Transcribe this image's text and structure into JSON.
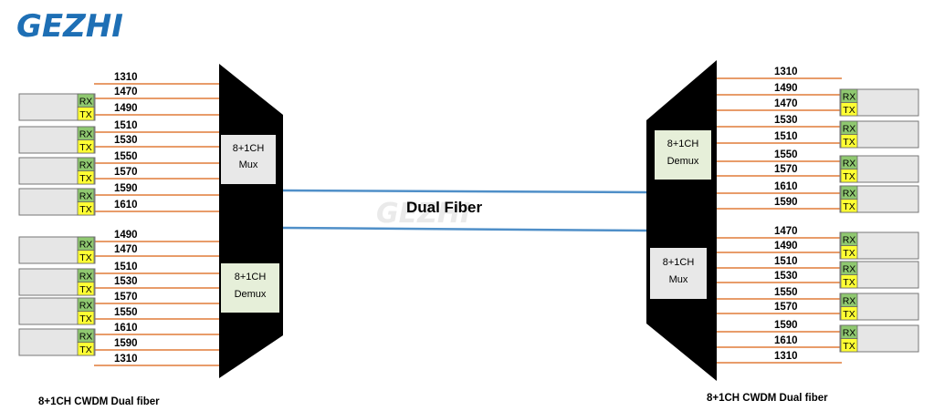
{
  "logo": {
    "text": "GEZHI"
  },
  "watermark": {
    "text": "GEZHI"
  },
  "fiber_label": "Dual Fiber",
  "left": {
    "caption": "8+1CH CWDM Dual fiber",
    "mux_box": {
      "line1": "8+1CH",
      "line2": "Mux"
    },
    "demux_box": {
      "line1": "8+1CH",
      "line2": "Demux"
    },
    "top_group": [
      "1310",
      "1470",
      "1490",
      "1510",
      "1530",
      "1550",
      "1570",
      "1590",
      "1610"
    ],
    "bottom_group": [
      "1490",
      "1470",
      "1510",
      "1530",
      "1570",
      "1550",
      "1610",
      "1590",
      "1310"
    ]
  },
  "right": {
    "caption": "8+1CH CWDM Dual fiber",
    "demux_box": {
      "line1": "8+1CH",
      "line2": "Demux"
    },
    "mux_box": {
      "line1": "8+1CH",
      "line2": "Mux"
    },
    "top_group": [
      "1310",
      "1490",
      "1470",
      "1530",
      "1510",
      "1550",
      "1570",
      "1610",
      "1590"
    ],
    "bottom_group": [
      "1470",
      "1490",
      "1510",
      "1530",
      "1550",
      "1570",
      "1590",
      "1610",
      "1310"
    ]
  },
  "port_labels": {
    "rx": "RX",
    "tx": "TX"
  },
  "colors": {
    "logo": "#1e6fb5",
    "line": "#e07b39",
    "fiber": "#4f8fc8",
    "rx_fill": "#8fc870",
    "tx_fill": "#ffff33",
    "module_fill": "#e6e6e6",
    "mux_box_fill": "#e8e8e8",
    "demux_box_fill": "#e6efd9"
  }
}
